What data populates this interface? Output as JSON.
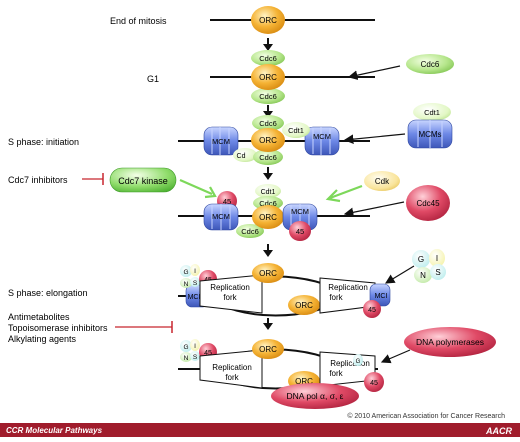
{
  "stages": {
    "end_of_mitosis": "End of mitosis",
    "g1": "G1",
    "s_initiation": "S phase: initiation",
    "cdc7_inhibitors": "Cdc7 inhibitors",
    "s_elongation": "S phase: elongation",
    "antimetabolites": "Antimetabolites",
    "topo_inhibitors": "Topoisomerase inhibitors",
    "alkylating": "Alkylating agents"
  },
  "proteins": {
    "orc": "ORC",
    "cdc6": "Cdc6",
    "cdt1": "Cdt1",
    "mcm": "MCM",
    "mcms": "MCMs",
    "cdc7_kinase": "Cdc7 kinase",
    "cdk": "Cdk",
    "cdc45": "Cdc45",
    "p45": "45",
    "g": "G",
    "i": "I",
    "n": "N",
    "s": "S",
    "replication": "Replication",
    "fork": "fork",
    "dna_polymerases": "DNA polymerases",
    "dna_pol": "DNA pol α, σ, ε",
    "cut_cdt": "Cd",
    "cut_mcm": "MCI",
    "cut_g": "G"
  },
  "footer": {
    "copyright": "© 2010 American Association for Cancer Research",
    "journal": "CCR Molecular Pathways",
    "logo": "AACR"
  },
  "colors": {
    "orc": "#f5a623",
    "cdc6": "#a8e07a",
    "cdt1": "#d9f5b0",
    "mcm": "#6b86e0",
    "red": "#d63a55",
    "green_pill": "#7dd85a",
    "cdk": "#f8e08a",
    "footer_bg": "#a01c2c"
  }
}
